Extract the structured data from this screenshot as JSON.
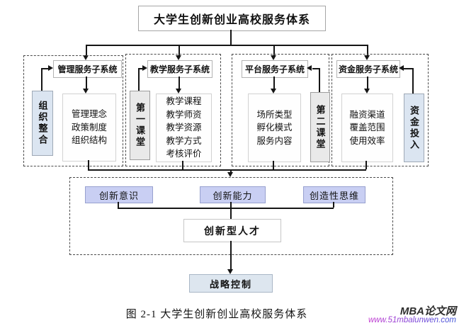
{
  "diagram": {
    "title": "大学生创新创业高校服务体系",
    "subsystems": [
      {
        "header": "管理服务子系统",
        "side": "组织整合",
        "items": [
          "管理理念",
          "政策制度",
          "组织结构"
        ]
      },
      {
        "header": "教学服务子系统",
        "side": "第一课堂",
        "items": [
          "教学课程",
          "教学师资",
          "教学资源",
          "教学方式",
          "考核评价"
        ]
      },
      {
        "header": "平台服务子系统",
        "side": "第二课堂",
        "items": [
          "场所类型",
          "孵化模式",
          "服务内容"
        ]
      },
      {
        "header": "资金服务子系统",
        "side": "资金投入",
        "items": [
          "融资渠道",
          "覆盖范围",
          "使用效率"
        ]
      }
    ],
    "outcomes": [
      "创新意识",
      "创新能力",
      "创造性思维"
    ],
    "talent": "创新型人才",
    "control": "战略控制",
    "caption": "图 2-1  大学生创新创业高校服务体系"
  },
  "watermark": {
    "site_name": "MBA论文网",
    "site_url": "www.51mbalunwen.com"
  },
  "colors": {
    "line": "#151515",
    "side_blue": "#dbe5f1",
    "side_gray": "#e9e9e9",
    "outcome": "#c9cff3",
    "control": "#dde6ef"
  }
}
